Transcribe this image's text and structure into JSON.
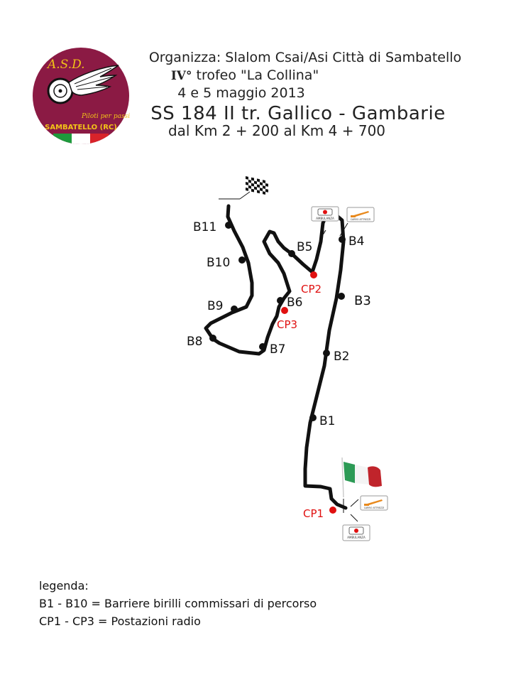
{
  "logo": {
    "top_text": "A.S.D.",
    "motto": "Piloti per passione",
    "location": "SAMBATELLO (RC)",
    "bg_color": "#8b1a44",
    "text_color": "#f2c318"
  },
  "header": {
    "organizer": "Organizza: Slalom Csai/Asi Città di Sambatello",
    "edition_roman": "IV°",
    "edition_rest": " trofeo \"La Collina\"",
    "dates": "4 e 5 maggio 2013",
    "road": "SS 184 II tr. Gallico - Gambarie",
    "km_range": "dal Km 2 + 200 al Km 4 + 700"
  },
  "map": {
    "track_color": "#111111",
    "checkpoint_color": "#e01010",
    "barriers": [
      {
        "label": "B1"
      },
      {
        "label": "B2"
      },
      {
        "label": "B3"
      },
      {
        "label": "B4"
      },
      {
        "label": "B5"
      },
      {
        "label": "B6"
      },
      {
        "label": "B7"
      },
      {
        "label": "B8"
      },
      {
        "label": "B9"
      },
      {
        "label": "B10"
      },
      {
        "label": "B11"
      }
    ],
    "checkpoints": [
      {
        "label": "CP1"
      },
      {
        "label": "CP2"
      },
      {
        "label": "CP3"
      }
    ],
    "services": {
      "ambulance": "AMBULANZA",
      "tow_truck": "CARRO ATTREZZI"
    },
    "start_marker": "italian-flag",
    "finish_marker": "checkered-flag"
  },
  "legend": {
    "title": "legenda:",
    "items": [
      "B1 - B10 =  Barriere birilli commissari di percorso",
      "CP1 - CP3 = Postazioni radio"
    ]
  }
}
